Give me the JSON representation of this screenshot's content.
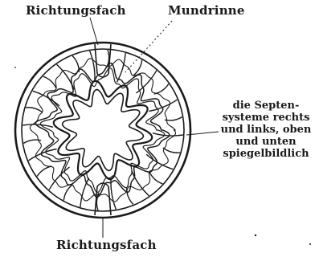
{
  "labels": {
    "top_left": "Richtungsfach",
    "top_right": "Mundrinne",
    "bottom": "Richtungsfach",
    "right_lines": [
      "die Septen-",
      "systeme rechts",
      "und links, oben",
      "und unten",
      "spiegelbildlich"
    ]
  },
  "colors": {
    "ink": "#1a1a1a",
    "background": "#ffffff"
  }
}
